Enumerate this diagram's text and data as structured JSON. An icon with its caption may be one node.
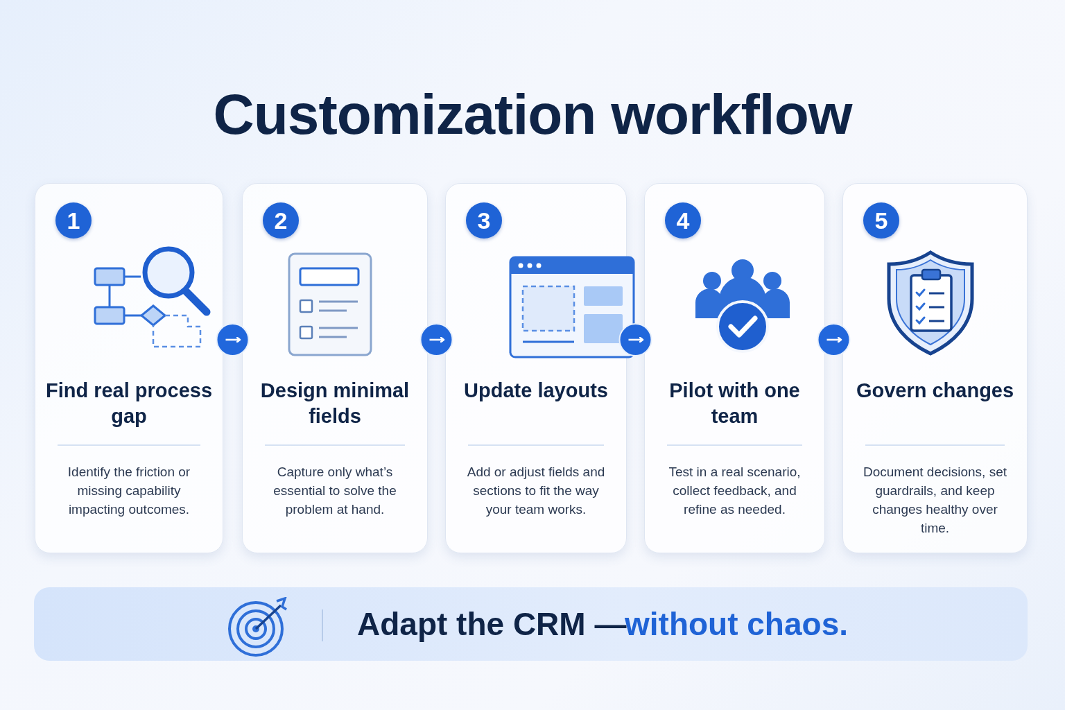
{
  "diagram": {
    "title": "Customization workflow",
    "nodes": [
      {
        "text": [
          "Find real process gap",
          "Identify the friction or missing capability impacting outcomes."
        ]
      },
      {
        "text": [
          "1"
        ],
        "in": 0
      },
      {
        "text": [
          "Design minimal fields",
          "Capture only what’s essential to solve the problem at hand."
        ]
      },
      {
        "text": [
          "2"
        ],
        "in": 2
      },
      {
        "text": [
          "Update layouts",
          "Add or adjust fields and sections to fit the way your team works."
        ]
      },
      {
        "text": [
          "3"
        ],
        "in": 4
      },
      {
        "text": [
          "Pilot with one team",
          "Test in a real scenario, collect feedback, and refine as needed."
        ]
      },
      {
        "text": [
          "4"
        ],
        "in": 6
      },
      {
        "text": [
          "Govern changes",
          "Document decisions, set guardrails, and keep changes healthy over time."
        ]
      },
      {
        "text": [
          "5"
        ],
        "in": 8
      },
      {
        "text": [
          "Adapt the CRM —",
          "without chaos."
        ]
      }
    ],
    "edges": [
      {
        "from": 0,
        "to": 2,
        "arrow": "to"
      },
      {
        "from": 2,
        "to": 4,
        "arrow": "to"
      },
      {
        "from": 4,
        "to": 6,
        "arrow": "to"
      },
      {
        "from": 6,
        "to": 8,
        "arrow": "to"
      }
    ]
  }
}
